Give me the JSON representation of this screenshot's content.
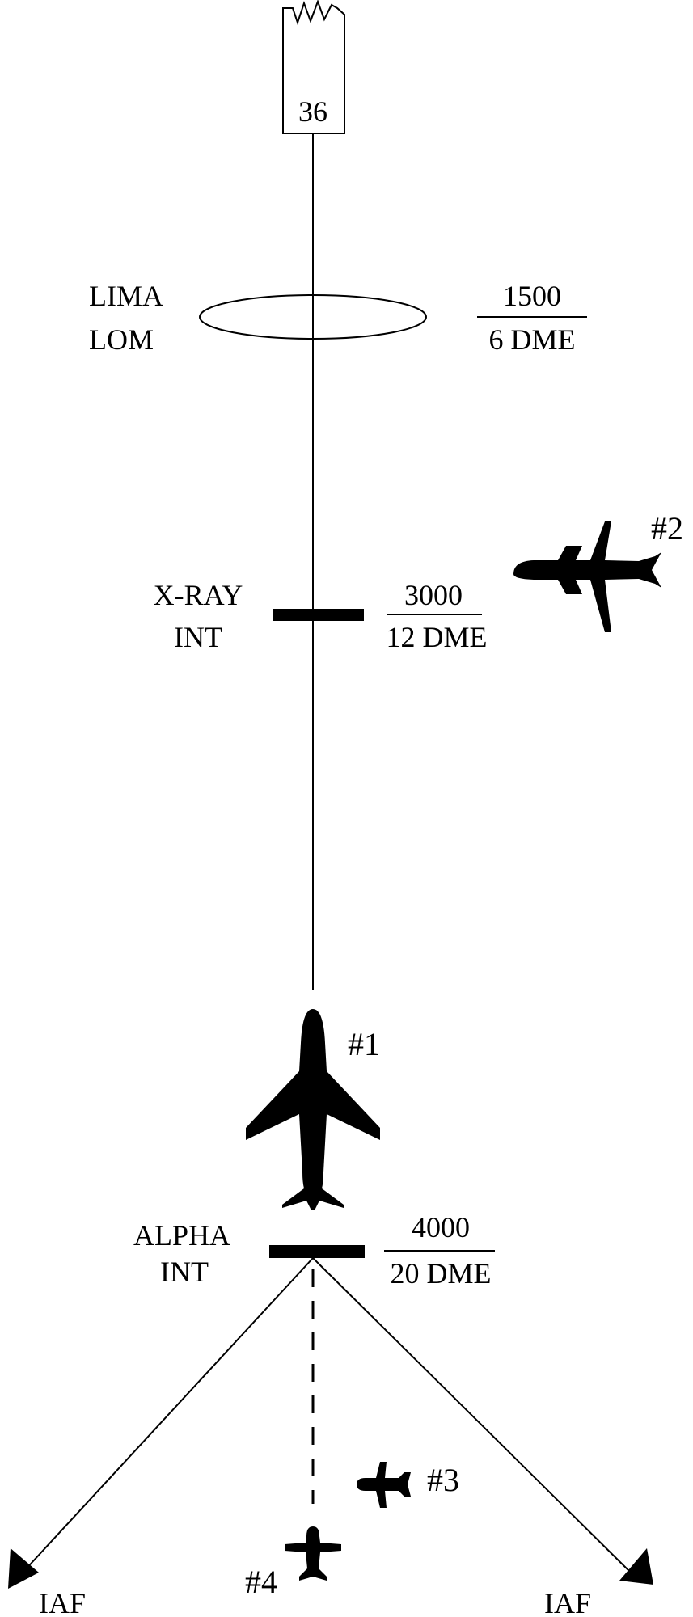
{
  "runway": {
    "number": "36"
  },
  "fixes": {
    "lima": {
      "name_line1": "LIMA",
      "name_line2": "LOM",
      "altitude": "1500",
      "distance": "6 DME"
    },
    "xray": {
      "name_line1": "X-RAY",
      "name_line2": "INT",
      "altitude": "3000",
      "distance": "12 DME"
    },
    "alpha": {
      "name_line1": "ALPHA",
      "name_line2": "INT",
      "altitude": "4000",
      "distance": "20 DME"
    }
  },
  "aircraft": {
    "a1": {
      "label": "#1"
    },
    "a2": {
      "label": "#2"
    },
    "a3": {
      "label": "#3"
    },
    "a4": {
      "label": "#4"
    }
  },
  "iaf": {
    "left": "IAF",
    "right": "IAF"
  }
}
